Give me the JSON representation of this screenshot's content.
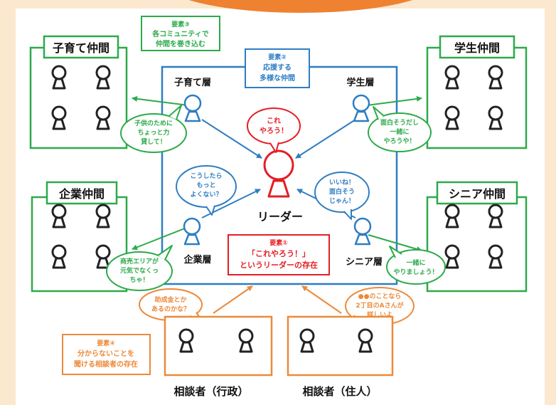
{
  "groups": {
    "child_group": "子育て仲間",
    "student_group": "学生仲間",
    "company_group": "企業仲間",
    "senior_group": "シニア仲間"
  },
  "layers": {
    "child": "子育て層",
    "student": "学生層",
    "company": "企業層",
    "senior": "シニア層"
  },
  "leader": "リーダー",
  "consultants": {
    "admin": "相談者（行政）",
    "resident": "相談者（住人）"
  },
  "elements": {
    "e1": [
      "要素①",
      "「これやろう！」",
      "というリーダーの存在"
    ],
    "e2": [
      "要素②",
      "応援する",
      "多様な仲間"
    ],
    "e3": [
      "要素③",
      "各コミュニティで",
      "仲間を巻き込む"
    ],
    "e4": [
      "要素④",
      "分からないことを",
      "聞ける相談者の存在"
    ]
  },
  "bubbles": {
    "leader": [
      "これ",
      "やろう！"
    ],
    "child": [
      "子供のために",
      "ちょっと力",
      "貸して！"
    ],
    "student": [
      "面白そうだし",
      "一緒に",
      "やろうや！"
    ],
    "company_top": [
      "こうしたら",
      "もっと",
      "よくない？"
    ],
    "student_mid": [
      "いいね！",
      "面白そう",
      "じゃん！"
    ],
    "company": [
      "商売エリアが",
      "元気でなくっ",
      "ちゃ！"
    ],
    "senior": [
      "一緒に",
      "やりましょう！"
    ],
    "admin": [
      "助成金とか",
      "あるのかな？"
    ],
    "resident": [
      "●●のことなら",
      "2丁目のAさんが",
      "詳しいよ"
    ]
  },
  "colors": {
    "green": "#2daa4a",
    "blue": "#2f7dc2",
    "red": "#e31e24",
    "orange": "#ec8a3a",
    "background": "#fbe8cf"
  }
}
